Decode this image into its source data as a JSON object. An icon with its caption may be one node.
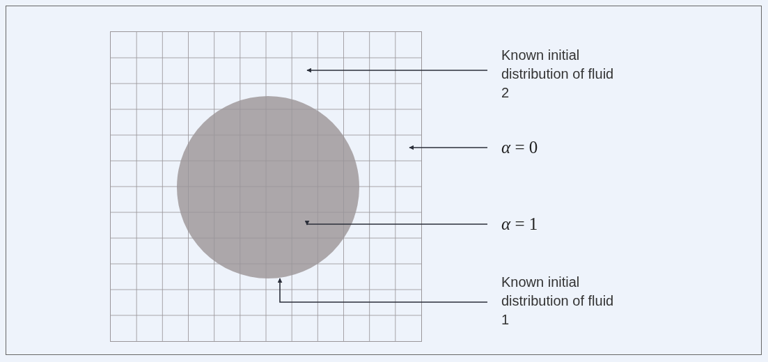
{
  "diagram": {
    "nodes": [
      {
        "text": [],
        "shape": "box"
      },
      {
        "text": [],
        "shape": "circle",
        "in": 0
      },
      {
        "text": [
          "Known initial distribution of fluid 2"
        ]
      },
      {
        "text": [
          "*α* = 0"
        ]
      },
      {
        "text": [
          "*α* = 1"
        ]
      },
      {
        "text": [
          "Known initial distribution of fluid 1"
        ]
      }
    ],
    "edges": [
      {
        "from": 2,
        "to": 0,
        "arrow": "to"
      },
      {
        "from": 3,
        "to": 0,
        "arrow": "to"
      },
      {
        "from": 4,
        "to": 1,
        "arrow": "to"
      },
      {
        "from": 5,
        "to": 1,
        "arrow": "to"
      }
    ]
  }
}
